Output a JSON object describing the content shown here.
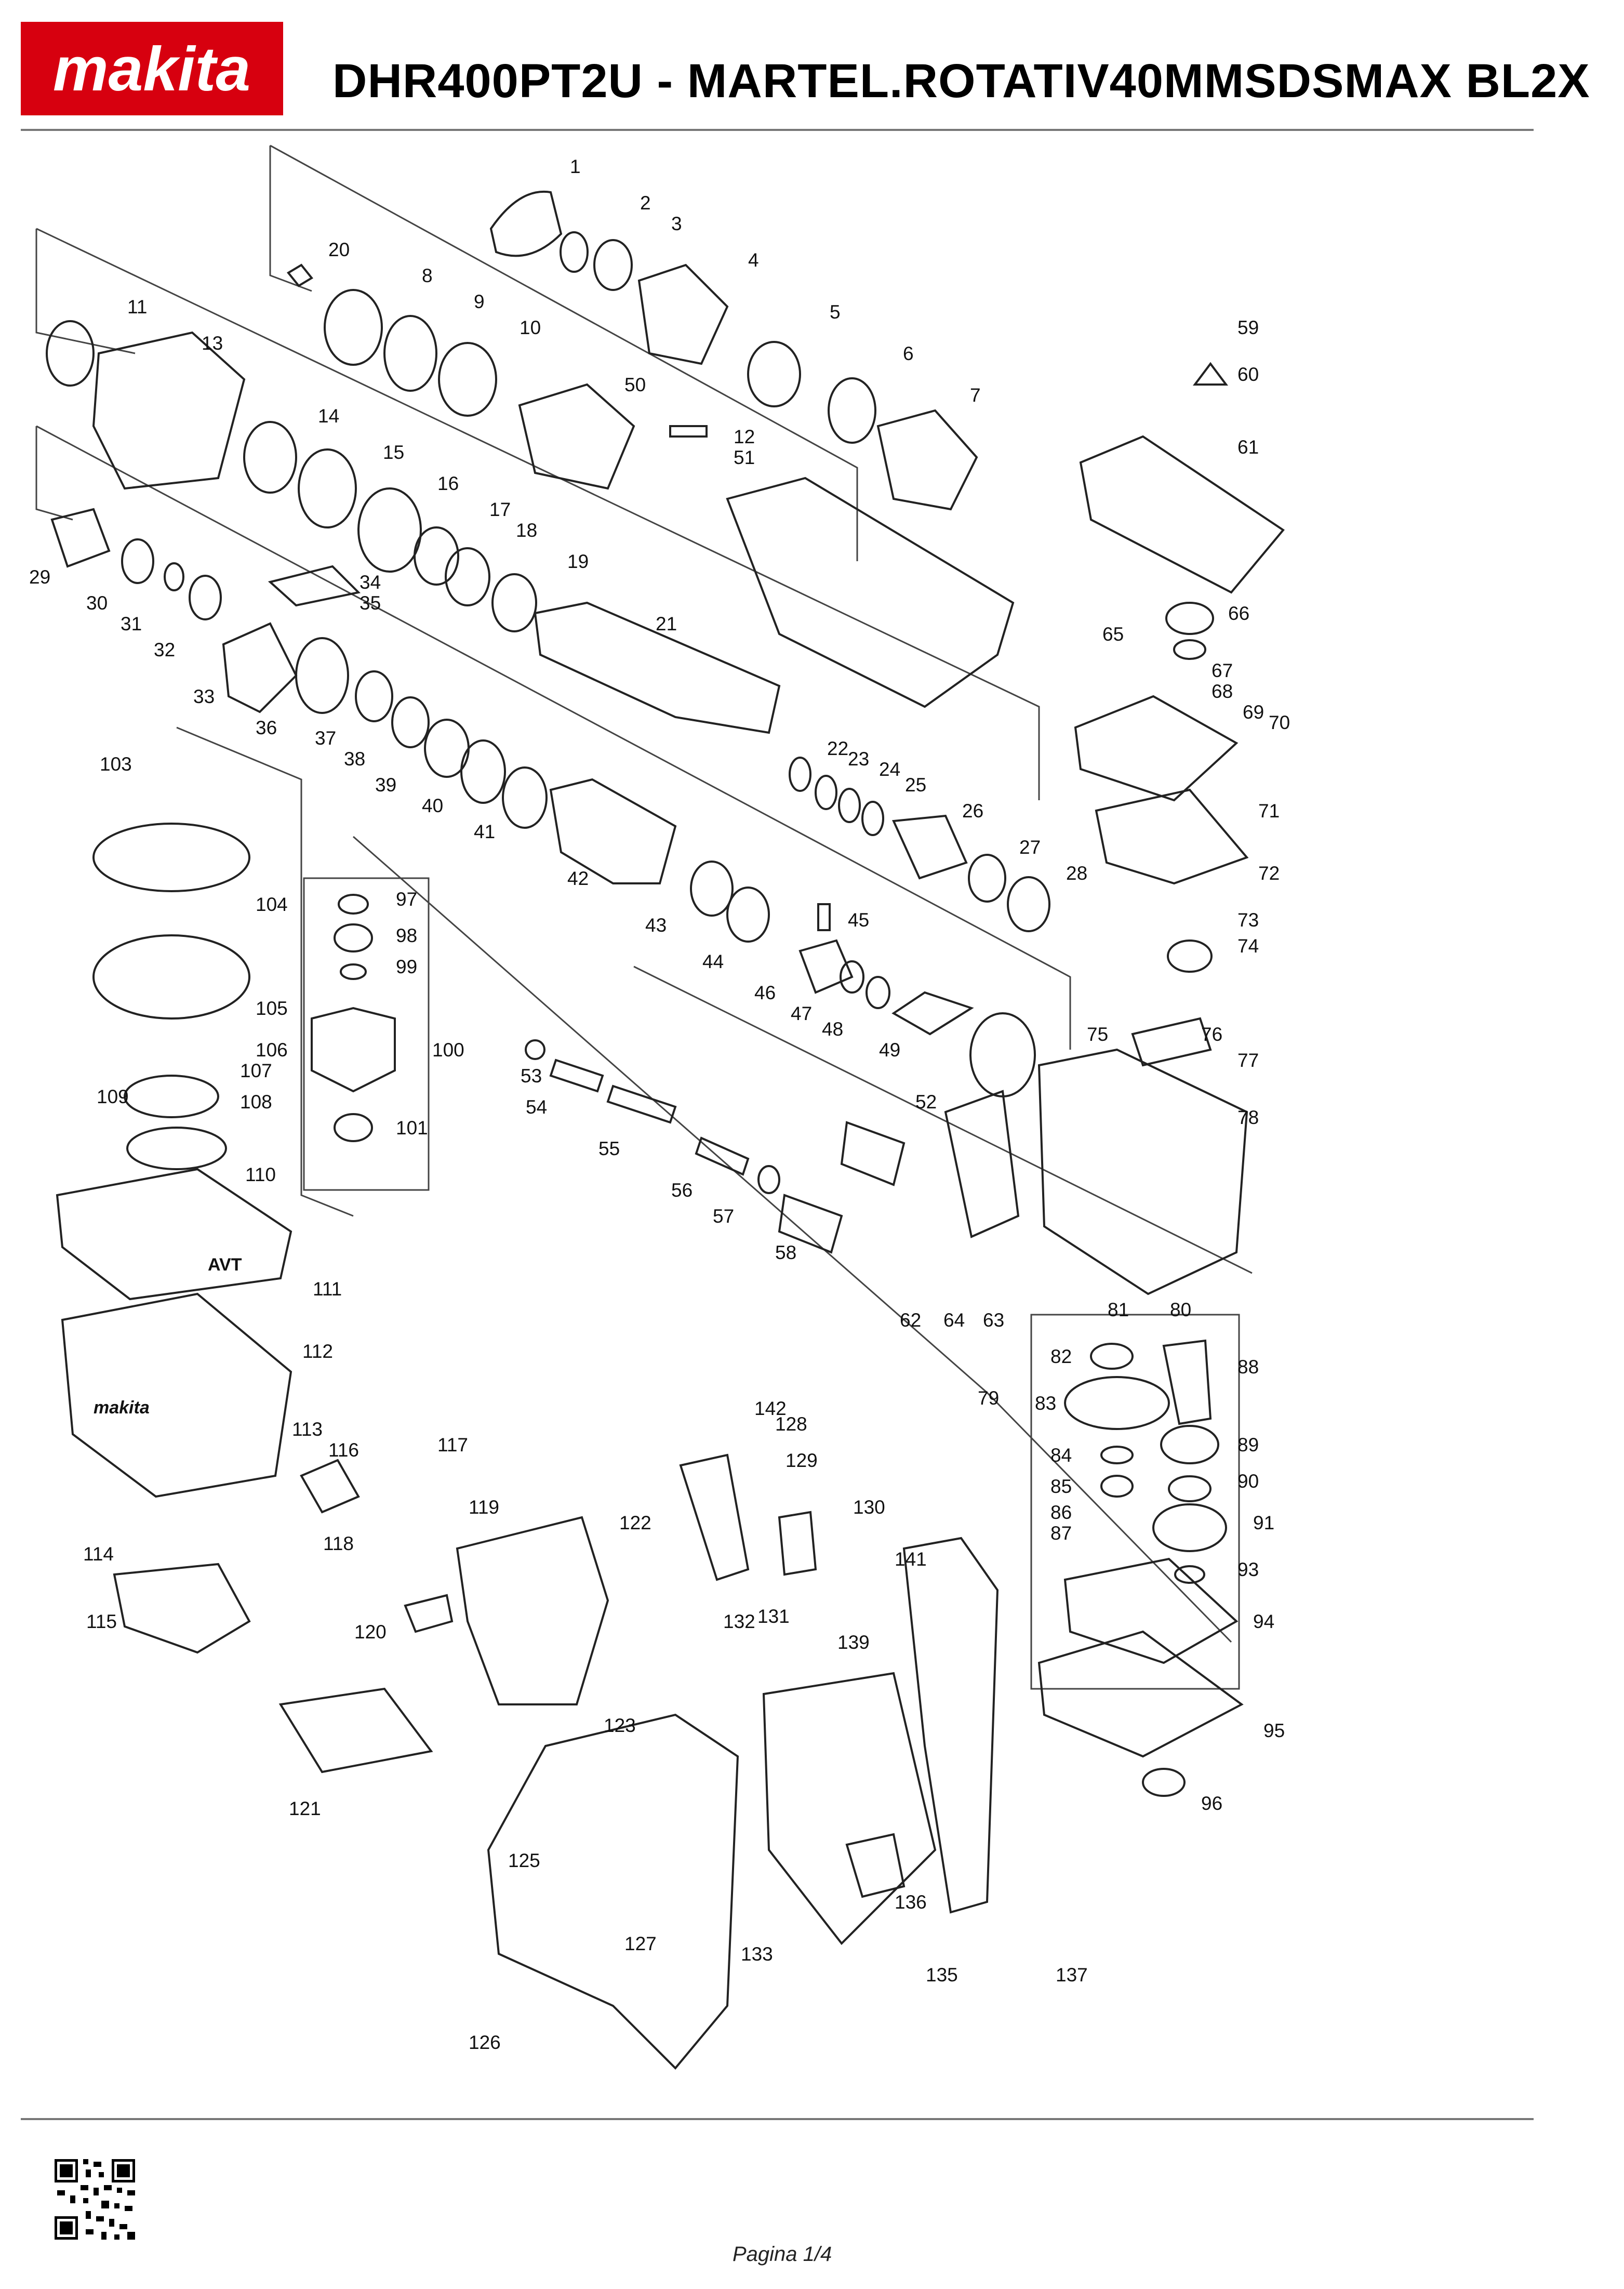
{
  "brand": {
    "logo_text": "makita",
    "color": "#d7000f"
  },
  "header": {
    "title": "DHR400PT2U - MARTEL.ROTATIV40MMSDSMAX BL2X"
  },
  "footer": {
    "page_label": "Pagina 1/4"
  },
  "icons": {
    "logo": "makita-logo",
    "qr": "qr-code-icon"
  },
  "diagram": {
    "part_numbers": [
      "1",
      "2",
      "3",
      "4",
      "5",
      "6",
      "7",
      "8",
      "9",
      "10",
      "11",
      "12",
      "13",
      "14",
      "15",
      "16",
      "17",
      "18",
      "19",
      "20",
      "21",
      "22",
      "23",
      "24",
      "25",
      "26",
      "27",
      "28",
      "29",
      "30",
      "31",
      "32",
      "33",
      "34",
      "35",
      "36",
      "37",
      "38",
      "39",
      "40",
      "41",
      "42",
      "43",
      "44",
      "45",
      "46",
      "47",
      "48",
      "49",
      "50",
      "51",
      "52",
      "53",
      "54",
      "55",
      "56",
      "57",
      "58",
      "59",
      "60",
      "61",
      "62",
      "63",
      "64",
      "65",
      "66",
      "67",
      "68",
      "69",
      "70",
      "71",
      "72",
      "73",
      "74",
      "75",
      "76",
      "77",
      "78",
      "79",
      "80",
      "81",
      "82",
      "83",
      "84",
      "85",
      "86",
      "87",
      "88",
      "89",
      "90",
      "91",
      "93",
      "94",
      "95",
      "96",
      "97",
      "98",
      "99",
      "100",
      "101",
      "103",
      "104",
      "105",
      "106",
      "107",
      "108",
      "109",
      "110",
      "111",
      "112",
      "113",
      "114",
      "115",
      "116",
      "117",
      "118",
      "119",
      "120",
      "121",
      "122",
      "123",
      "125",
      "126",
      "127",
      "128",
      "129",
      "130",
      "131",
      "132",
      "133",
      "135",
      "136",
      "137",
      "139",
      "141",
      "142"
    ],
    "housing_marks": {
      "avt": "AVT",
      "brand": "makita"
    }
  }
}
